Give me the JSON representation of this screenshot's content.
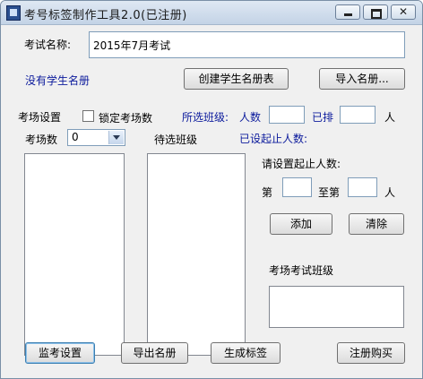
{
  "window": {
    "title": "考号标签制作工具2.0(已注册)"
  },
  "exam": {
    "name_label": "考试名称:",
    "name_value": "2015年7月考试"
  },
  "roster": {
    "status": "没有学生名册",
    "create_button": "创建学生名册表",
    "import_button": "导入名册..."
  },
  "room": {
    "settings_label": "考场设置",
    "lock_label": "锁定考场数",
    "count_label": "考场数",
    "count_value": "0"
  },
  "selected_class": {
    "label": "所选班级:",
    "people_label": "人数",
    "arranged_label": "已排",
    "unit": "人"
  },
  "pending_class": {
    "label": "待选班级"
  },
  "range": {
    "set_label": "已设起止人数:",
    "prompt": "请设置起止人数:",
    "from_prefix": "第",
    "to_prefix": "至第",
    "unit": "人",
    "add_button": "添加",
    "clear_button": "清除"
  },
  "exam_class": {
    "label": "考场考试班级"
  },
  "bottom": {
    "proctor_button": "监考设置",
    "export_button": "导出名册",
    "generate_button": "生成标签",
    "register_button": "注册购买"
  }
}
